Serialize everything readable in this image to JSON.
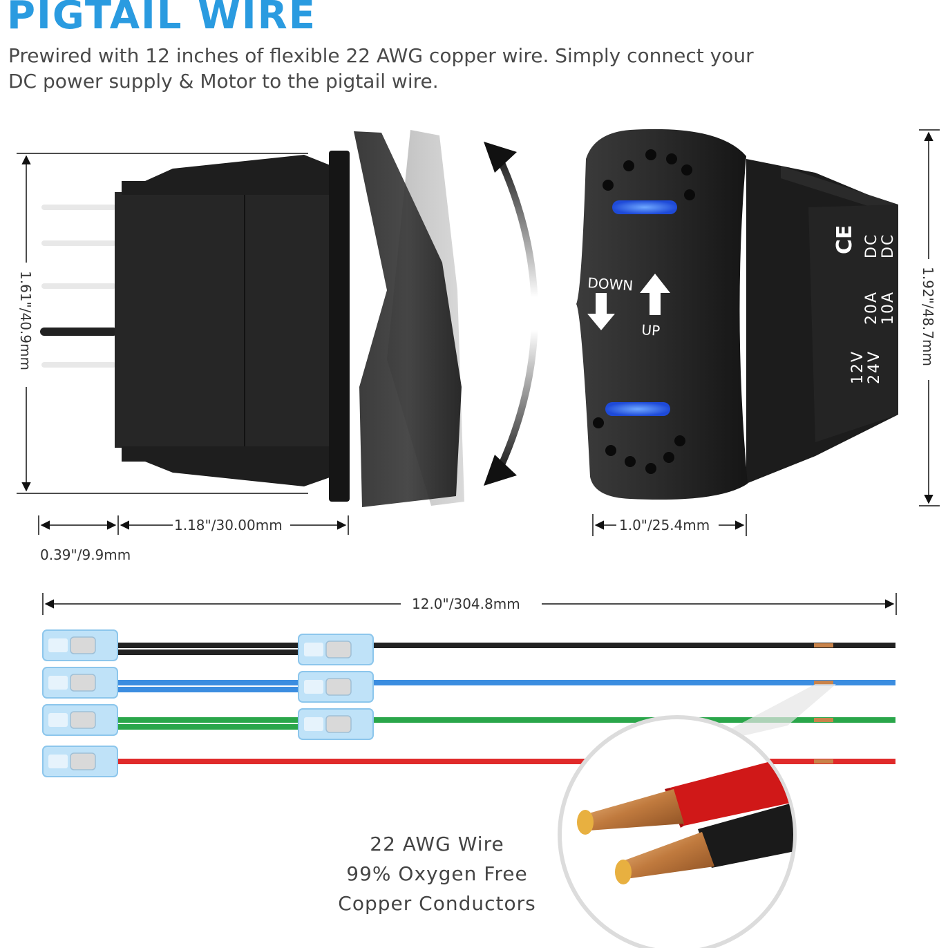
{
  "header": {
    "title": "PIGTAIL WIRE",
    "subtitle": "Prewired with 12 inches of flexible 22 AWG copper wire. Simply connect your DC power supply & Motor to the pigtail wire."
  },
  "dimensions": {
    "side_height": "1.61\"/40.9mm",
    "pin_length": "0.39\"/9.9mm",
    "body_depth": "1.18\"/30.00mm",
    "front_width": "1.0\"/25.4mm",
    "front_height": "1.92\"/48.7mm",
    "wire_length": "12.0\"/304.8mm"
  },
  "switch_face": {
    "down_label": "DOWN",
    "up_label": "UP"
  },
  "switch_side_markings": {
    "ce": "CE",
    "dc_1": "DC",
    "dc_2": "DC",
    "amp_1": "20A",
    "amp_2": "10A",
    "volt_1": "12V",
    "volt_2": "24V"
  },
  "callout": {
    "line1": "22 AWG Wire",
    "line2": "99% Oxygen Free",
    "line3": "Copper Conductors"
  },
  "colors": {
    "title": "#2a9be0",
    "wire_black": "#222222",
    "wire_blue": "#3b8de0",
    "wire_green": "#2aa64a",
    "wire_red": "#e02a2a",
    "led": "#1e5cff",
    "connector": "#bfe2f8"
  },
  "wires": [
    {
      "color": "black",
      "connectors": 2
    },
    {
      "color": "blue",
      "connectors": 2
    },
    {
      "color": "green",
      "connectors": 2
    },
    {
      "color": "red",
      "connectors": 1
    }
  ]
}
